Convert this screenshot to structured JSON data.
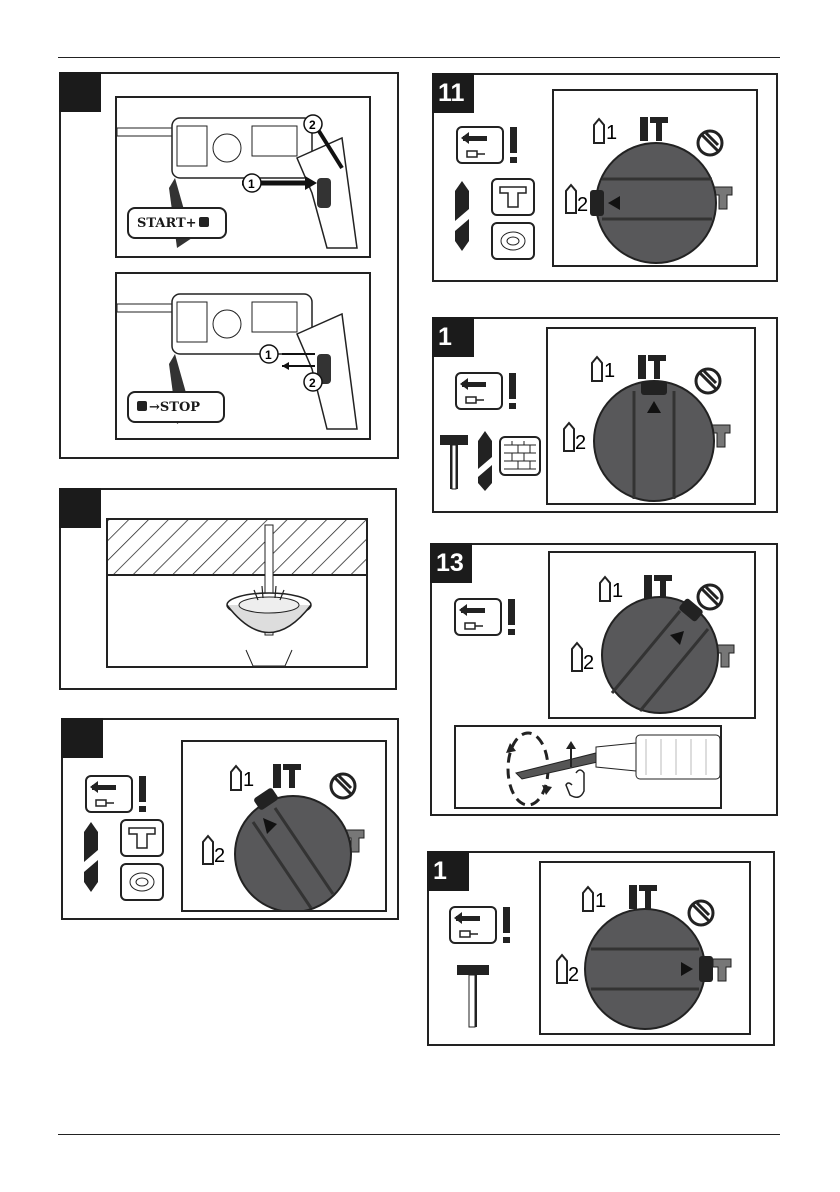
{
  "figures": {
    "fig_a": {
      "number": ""
    },
    "fig_b": {
      "number": ""
    },
    "fig_c": {
      "number": ""
    },
    "fig_11": {
      "number": "11"
    },
    "fig_12": {
      "number": "1"
    },
    "fig_13": {
      "number": "13"
    },
    "fig_14": {
      "number": "1"
    }
  },
  "labels": {
    "start": "START+",
    "stop": "STOP",
    "callout_1": "1",
    "callout_2": "2",
    "mode_drill_1": "1",
    "mode_drill_2": "2"
  },
  "colors": {
    "dial": "#58585a",
    "ink": "#1b1b1b"
  },
  "icons": [
    "drill-icon",
    "unplug-warning-icon",
    "steel-icon",
    "wood-icon",
    "masonry-icon",
    "hammer-icon",
    "chisel-icon",
    "screw-icon"
  ]
}
